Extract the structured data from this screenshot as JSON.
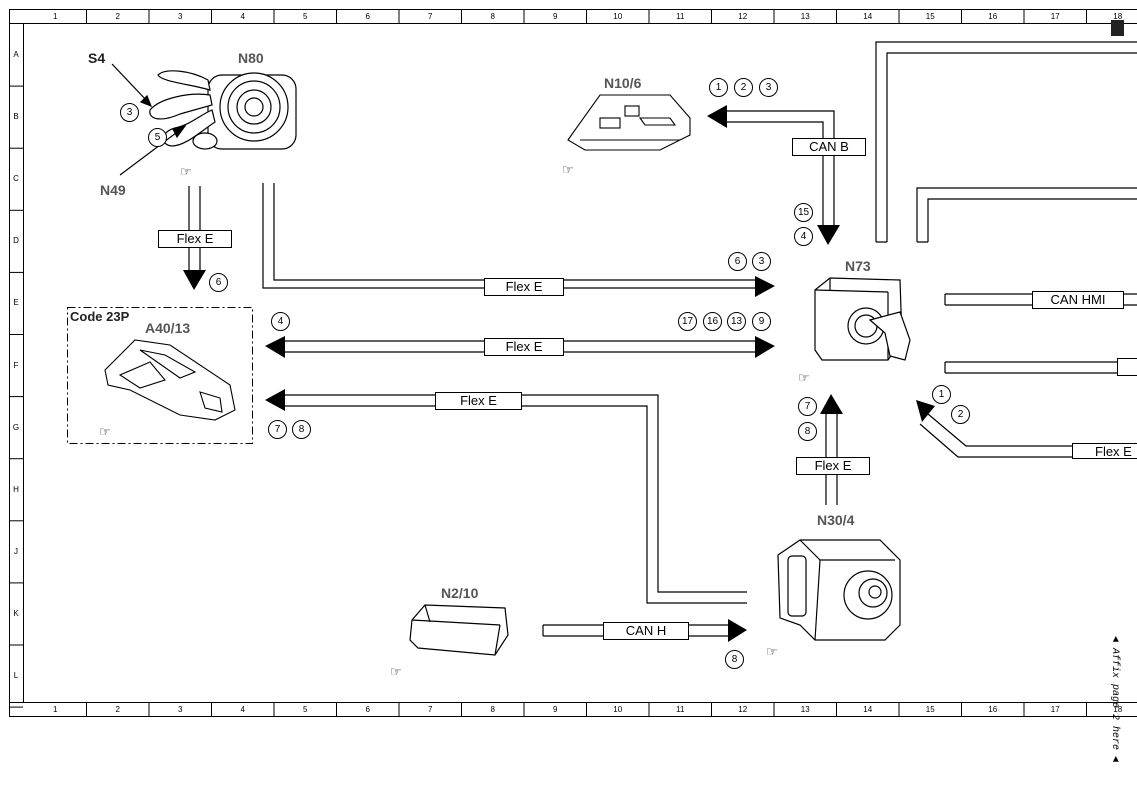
{
  "grid": {
    "columns": [
      "1",
      "2",
      "3",
      "4",
      "5",
      "6",
      "7",
      "8",
      "9",
      "10",
      "11",
      "12",
      "13",
      "14",
      "15",
      "16",
      "17",
      "18"
    ],
    "rows": [
      "A",
      "B",
      "C",
      "D",
      "E",
      "F",
      "G",
      "H",
      "J",
      "K",
      "L"
    ]
  },
  "components": {
    "n80": "N80",
    "s4": "S4",
    "n49": "N49",
    "n10_6": "N10/6",
    "n73": "N73",
    "a40_13": "A40/13",
    "code_23p": "Code 23P",
    "n30_4": "N30/4",
    "n2_10": "N2/10"
  },
  "bus_labels": {
    "flex_e": "Flex E",
    "can_b": "CAN B",
    "can_hmi": "CAN HMI",
    "can_h": "CAN H",
    "flex_cut": "Flex E"
  },
  "callouts": {
    "n80_3": "3",
    "n80_5": "5",
    "n10_1": "1",
    "n10_2": "2",
    "n10_3": "3",
    "canb_15": "15",
    "canb_4": "4",
    "down_6": "6",
    "fx1_6": "6",
    "fx1_3": "3",
    "fx2_4": "4",
    "fx2_17": "17",
    "fx2_16": "16",
    "fx2_13": "13",
    "fx2_9": "9",
    "fx3_7": "7",
    "fx3_8": "8",
    "up_7": "7",
    "up_8": "8",
    "n73_1": "1",
    "n73_2": "2",
    "canh_8": "8"
  },
  "page_note": "◄ Affix page 2 here ◄"
}
